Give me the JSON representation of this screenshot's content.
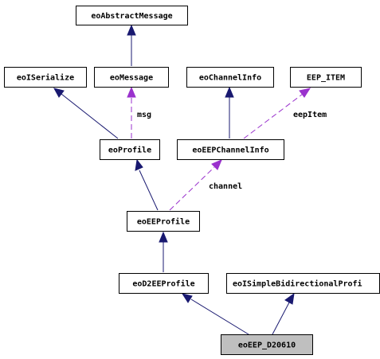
{
  "nodes": {
    "abstract_message": "eoAbstractMessage",
    "iserialize": "eoISerialize",
    "message": "eoMessage",
    "channel_info": "eoChannelInfo",
    "eep_item": "EEP_ITEM",
    "profile": "eoProfile",
    "eep_channel_info": "eoEEPChannelInfo",
    "ee_profile": "eoEEProfile",
    "d2ee_profile": "eoD2EEProfile",
    "isimple_bidir": "eoISimpleBidirectionalProfi",
    "eep_d20610": "eoEEP_D20610"
  },
  "edge_labels": {
    "msg": "msg",
    "eep_item": "eepItem",
    "channel": "channel"
  },
  "colors": {
    "inheritance_edge": "#191970",
    "usage_edge": "#9a32cd",
    "highlight_fill": "#bfbfbf"
  }
}
